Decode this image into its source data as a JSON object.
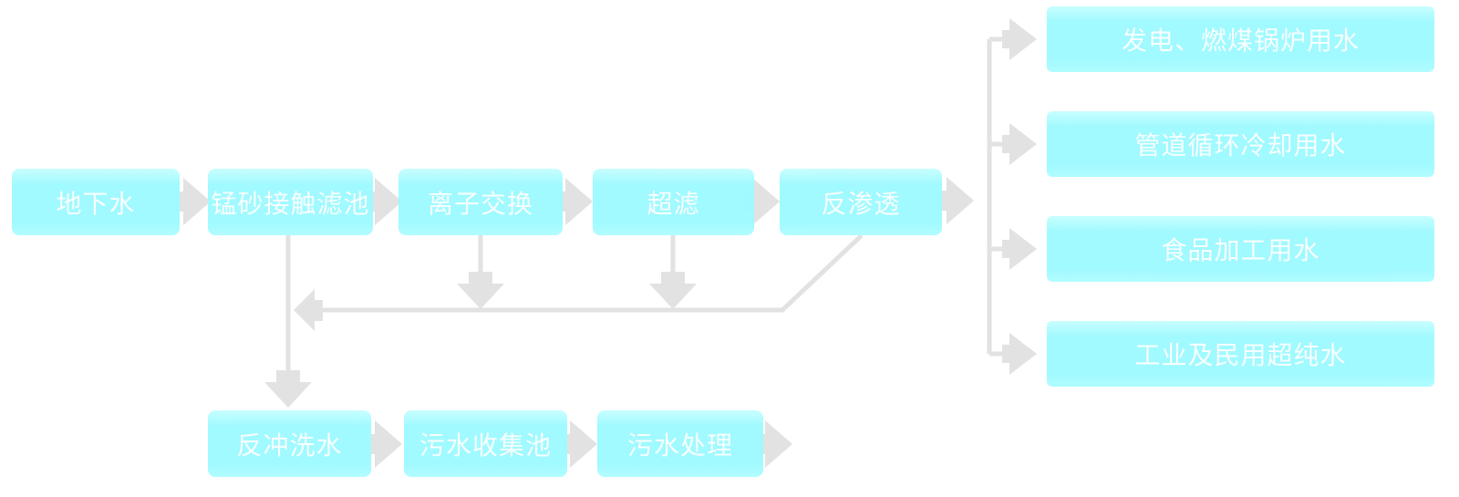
{
  "diagram": {
    "type": "flowchart",
    "colors": {
      "background": "#ffffff",
      "node_fill": "#9ffaff",
      "node_fill_top": "#c7feff",
      "node_fill_bottom": "#b0fcff",
      "node_text": "#ffffff",
      "connector": "#e2e2e2"
    },
    "main_flow": [
      {
        "label": "地下水"
      },
      {
        "label": "锰砂接触滤池"
      },
      {
        "label": "离子交换"
      },
      {
        "label": "超滤"
      },
      {
        "label": "反渗透"
      }
    ],
    "outputs": [
      {
        "label": "发电、燃煤锅炉用水"
      },
      {
        "label": "管道循环冷却用水"
      },
      {
        "label": "食品加工用水"
      },
      {
        "label": "工业及民用超纯水"
      }
    ],
    "waste_flow": [
      {
        "label": "反冲洗水"
      },
      {
        "label": "污水收集池"
      },
      {
        "label": "污水处理"
      }
    ]
  }
}
